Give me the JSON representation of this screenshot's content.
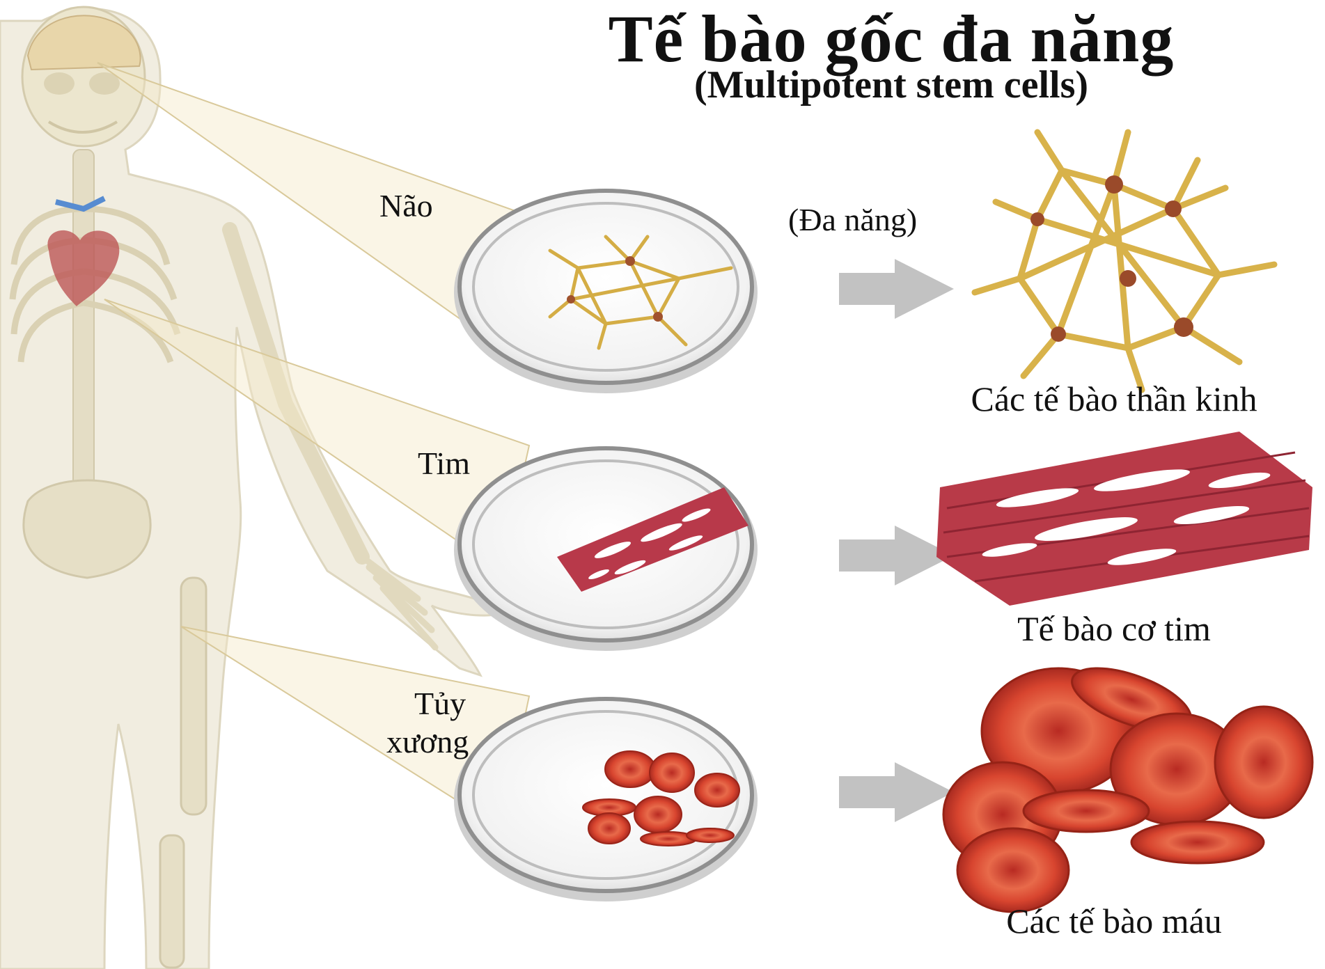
{
  "title": "Tế bào gốc đa năng",
  "subtitle": "(Multipotent stem cells)",
  "potency_note": "(Đa năng)",
  "rows": [
    {
      "source_label": "Não",
      "result_label": "Các tế bào thần kinh",
      "cell_type": "neuron"
    },
    {
      "source_label": "Tim",
      "result_label": "Tế bào cơ tim",
      "cell_type": "cardiac-muscle"
    },
    {
      "source_label_line1": "Tủy",
      "source_label_line2": "xương",
      "result_label": "Các tế bào máu",
      "cell_type": "red-blood-cell"
    }
  ],
  "colors": {
    "skeleton": "#e6e0c8",
    "neuron": "#d9b44a",
    "muscle": "#b83a45",
    "blood": "#c8352a",
    "arrow": "#c2c2c2",
    "dish": "#9a9a9a"
  }
}
